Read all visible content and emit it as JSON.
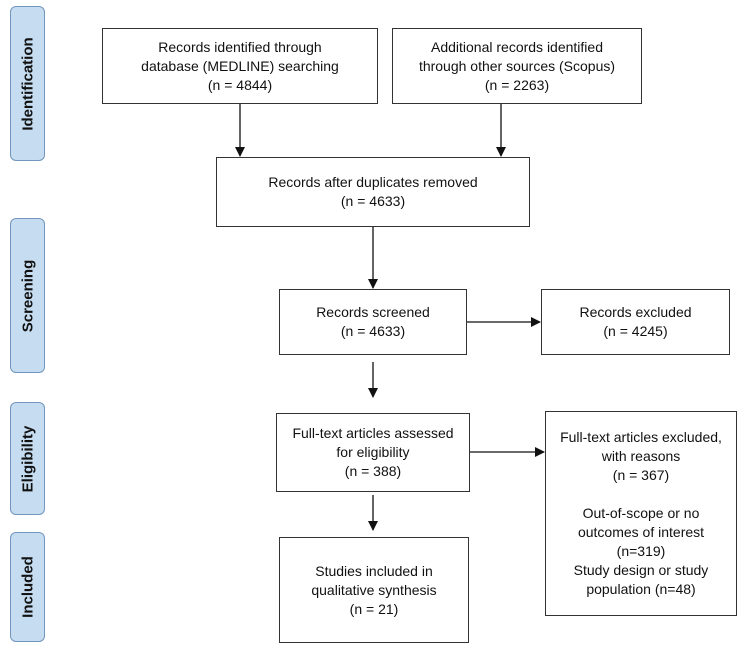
{
  "phases": {
    "identification": "Identification",
    "screening": "Screening",
    "eligibility": "Eligibility",
    "included": "Included"
  },
  "boxes": {
    "database_records": {
      "line1": "Records identified through",
      "line2": "database  (MEDLINE) searching",
      "count": "(n = 4844)"
    },
    "other_records": {
      "line1": "Additional records identified",
      "line2": "through other sources (Scopus)",
      "count": "(n = 2263)"
    },
    "after_duplicates": {
      "line1": "Records after duplicates removed",
      "count": "(n = 4633)"
    },
    "screened": {
      "line1": "Records screened",
      "count": "(n = 4633)"
    },
    "excluded": {
      "line1": "Records excluded",
      "count": "(n = 4245)"
    },
    "fulltext_assessed": {
      "line1": "Full-text articles assessed",
      "line2": "for eligibility",
      "count": "(n = 388)"
    },
    "fulltext_excluded": {
      "line1": "Full-text articles excluded,",
      "line2": "with reasons",
      "count": "(n = 367)",
      "reason1_line1": "Out-of-scope or no",
      "reason1_line2": "outcomes of interest",
      "reason1_count": "(n=319)",
      "reason2_line1": "Study design or study",
      "reason2_line2": "population (n=48)"
    },
    "included_studies": {
      "line1": "Studies included in",
      "line2": "qualitative synthesis",
      "count": "(n = 21)"
    }
  }
}
